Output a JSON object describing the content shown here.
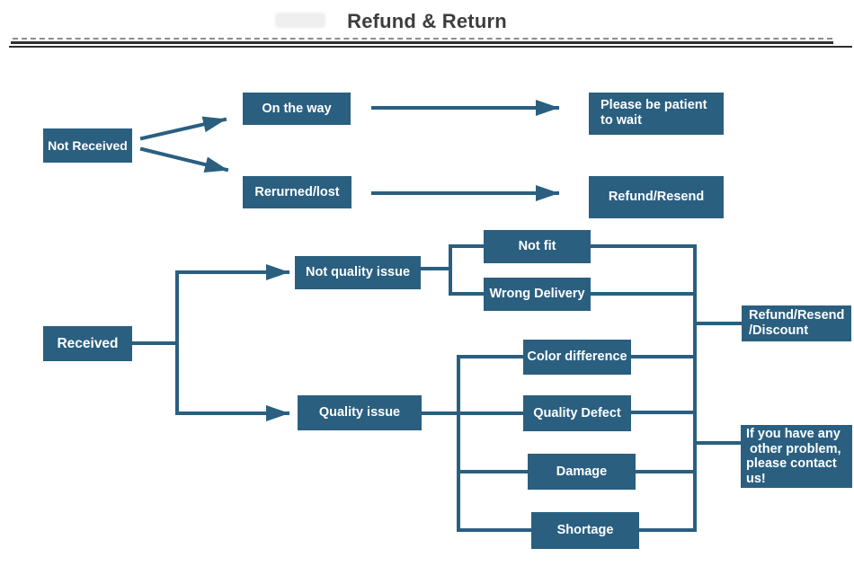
{
  "title": "Refund & Return",
  "colors": {
    "node_fill": "#2A5F80",
    "connector": "#2A5F80",
    "title_text": "#3d3d3d",
    "node_text": "#ffffff",
    "rule": "#2f2f2f"
  },
  "nodes": {
    "not_received": "Not Received",
    "on_the_way": "On the way",
    "returned_lost": "Rerurned/lost",
    "be_patient": "Please be patient\nto wait",
    "refund_resend": "Refund/Resend",
    "received": "Received",
    "not_quality_issue": "Not quality issue",
    "quality_issue": "Quality issue",
    "not_fit": "Not fit",
    "wrong_delivery": "Wrong Delivery",
    "color_difference": "Color difference",
    "quality_defect": "Quality Defect",
    "damage": "Damage",
    "shortage": "Shortage",
    "refund_resend_discount": "Refund/Resend\n/Discount",
    "other_problem": "If you have any\n other problem,\nplease contact\nus!"
  }
}
